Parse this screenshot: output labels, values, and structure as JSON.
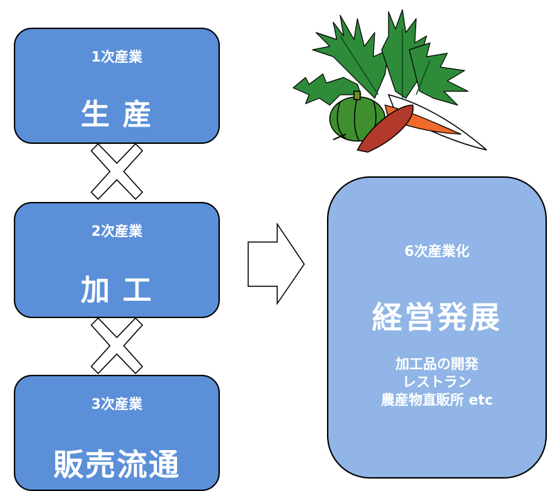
{
  "stages": [
    {
      "label": "1次産業",
      "main": "生 産"
    },
    {
      "label": "2次産業",
      "main": "加 工"
    },
    {
      "label": "3次産業",
      "main": "販売流通"
    }
  ],
  "result": {
    "label": "6次産業化",
    "main": "経営発展",
    "items": [
      "加工品の開発",
      "レストラン",
      "農産物直販所 etc"
    ]
  },
  "colors": {
    "stage_box": "#5b8fd8",
    "result_box": "#90b5e6",
    "text": "#ffffff"
  },
  "icons": [
    "multiply-icon",
    "right-arrow-icon",
    "vegetables-illustration"
  ]
}
